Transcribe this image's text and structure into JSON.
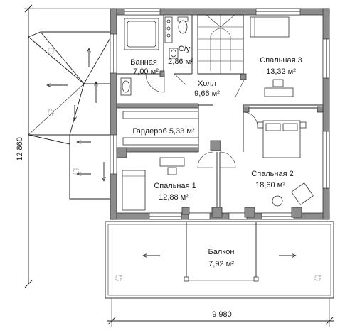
{
  "dimensions": {
    "depth": "12 860",
    "width": "9 980"
  },
  "rooms": {
    "bathroom": {
      "name": "Ванная",
      "area": "7,00",
      "unit": "м²"
    },
    "wc": {
      "name": "С/у",
      "area": "2,86",
      "unit": "м²"
    },
    "hall": {
      "name": "Холл",
      "area": "9,66",
      "unit": "м²"
    },
    "bedroom3": {
      "name": "Спальная 3",
      "area": "13,32",
      "unit": "м²"
    },
    "wardrobe": {
      "name": "Гардероб",
      "area": "5,33",
      "unit": "м²"
    },
    "bedroom1": {
      "name": "Спальная 1",
      "area": "12,88",
      "unit": "м²"
    },
    "bedroom2": {
      "name": "Спальная 2",
      "area": "18,60",
      "unit": "м²"
    },
    "balcony": {
      "name": "Балкон",
      "area": "7,92",
      "unit": "м²"
    }
  },
  "colors": {
    "wall": "#8c8c8c",
    "line": "#222222",
    "background": "#ffffff"
  }
}
